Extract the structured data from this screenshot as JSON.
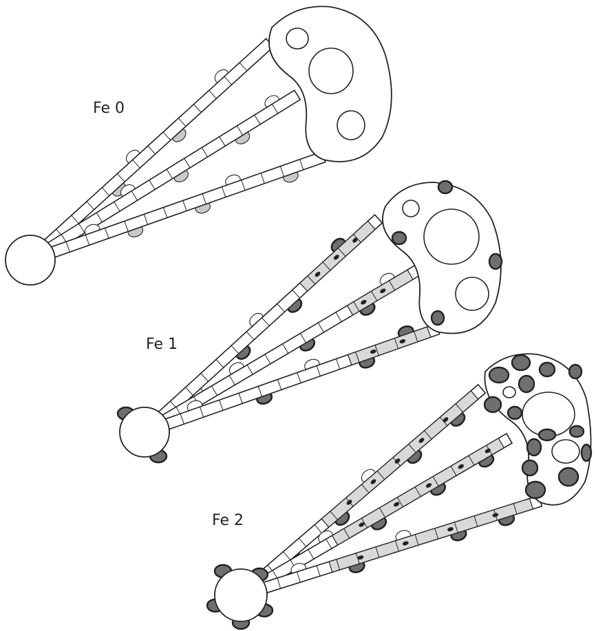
{
  "figure": {
    "stages": [
      {
        "label": "Fe 0"
      },
      {
        "label": "Fe 1"
      },
      {
        "label": "Fe 2"
      }
    ]
  },
  "colors": {
    "outline": "#222222",
    "light_vesicle": "#c9c9c9",
    "dark_vesicle": "#6f6f6f",
    "shaded_segment": "#d9d9d9",
    "background": "#ffffff"
  }
}
